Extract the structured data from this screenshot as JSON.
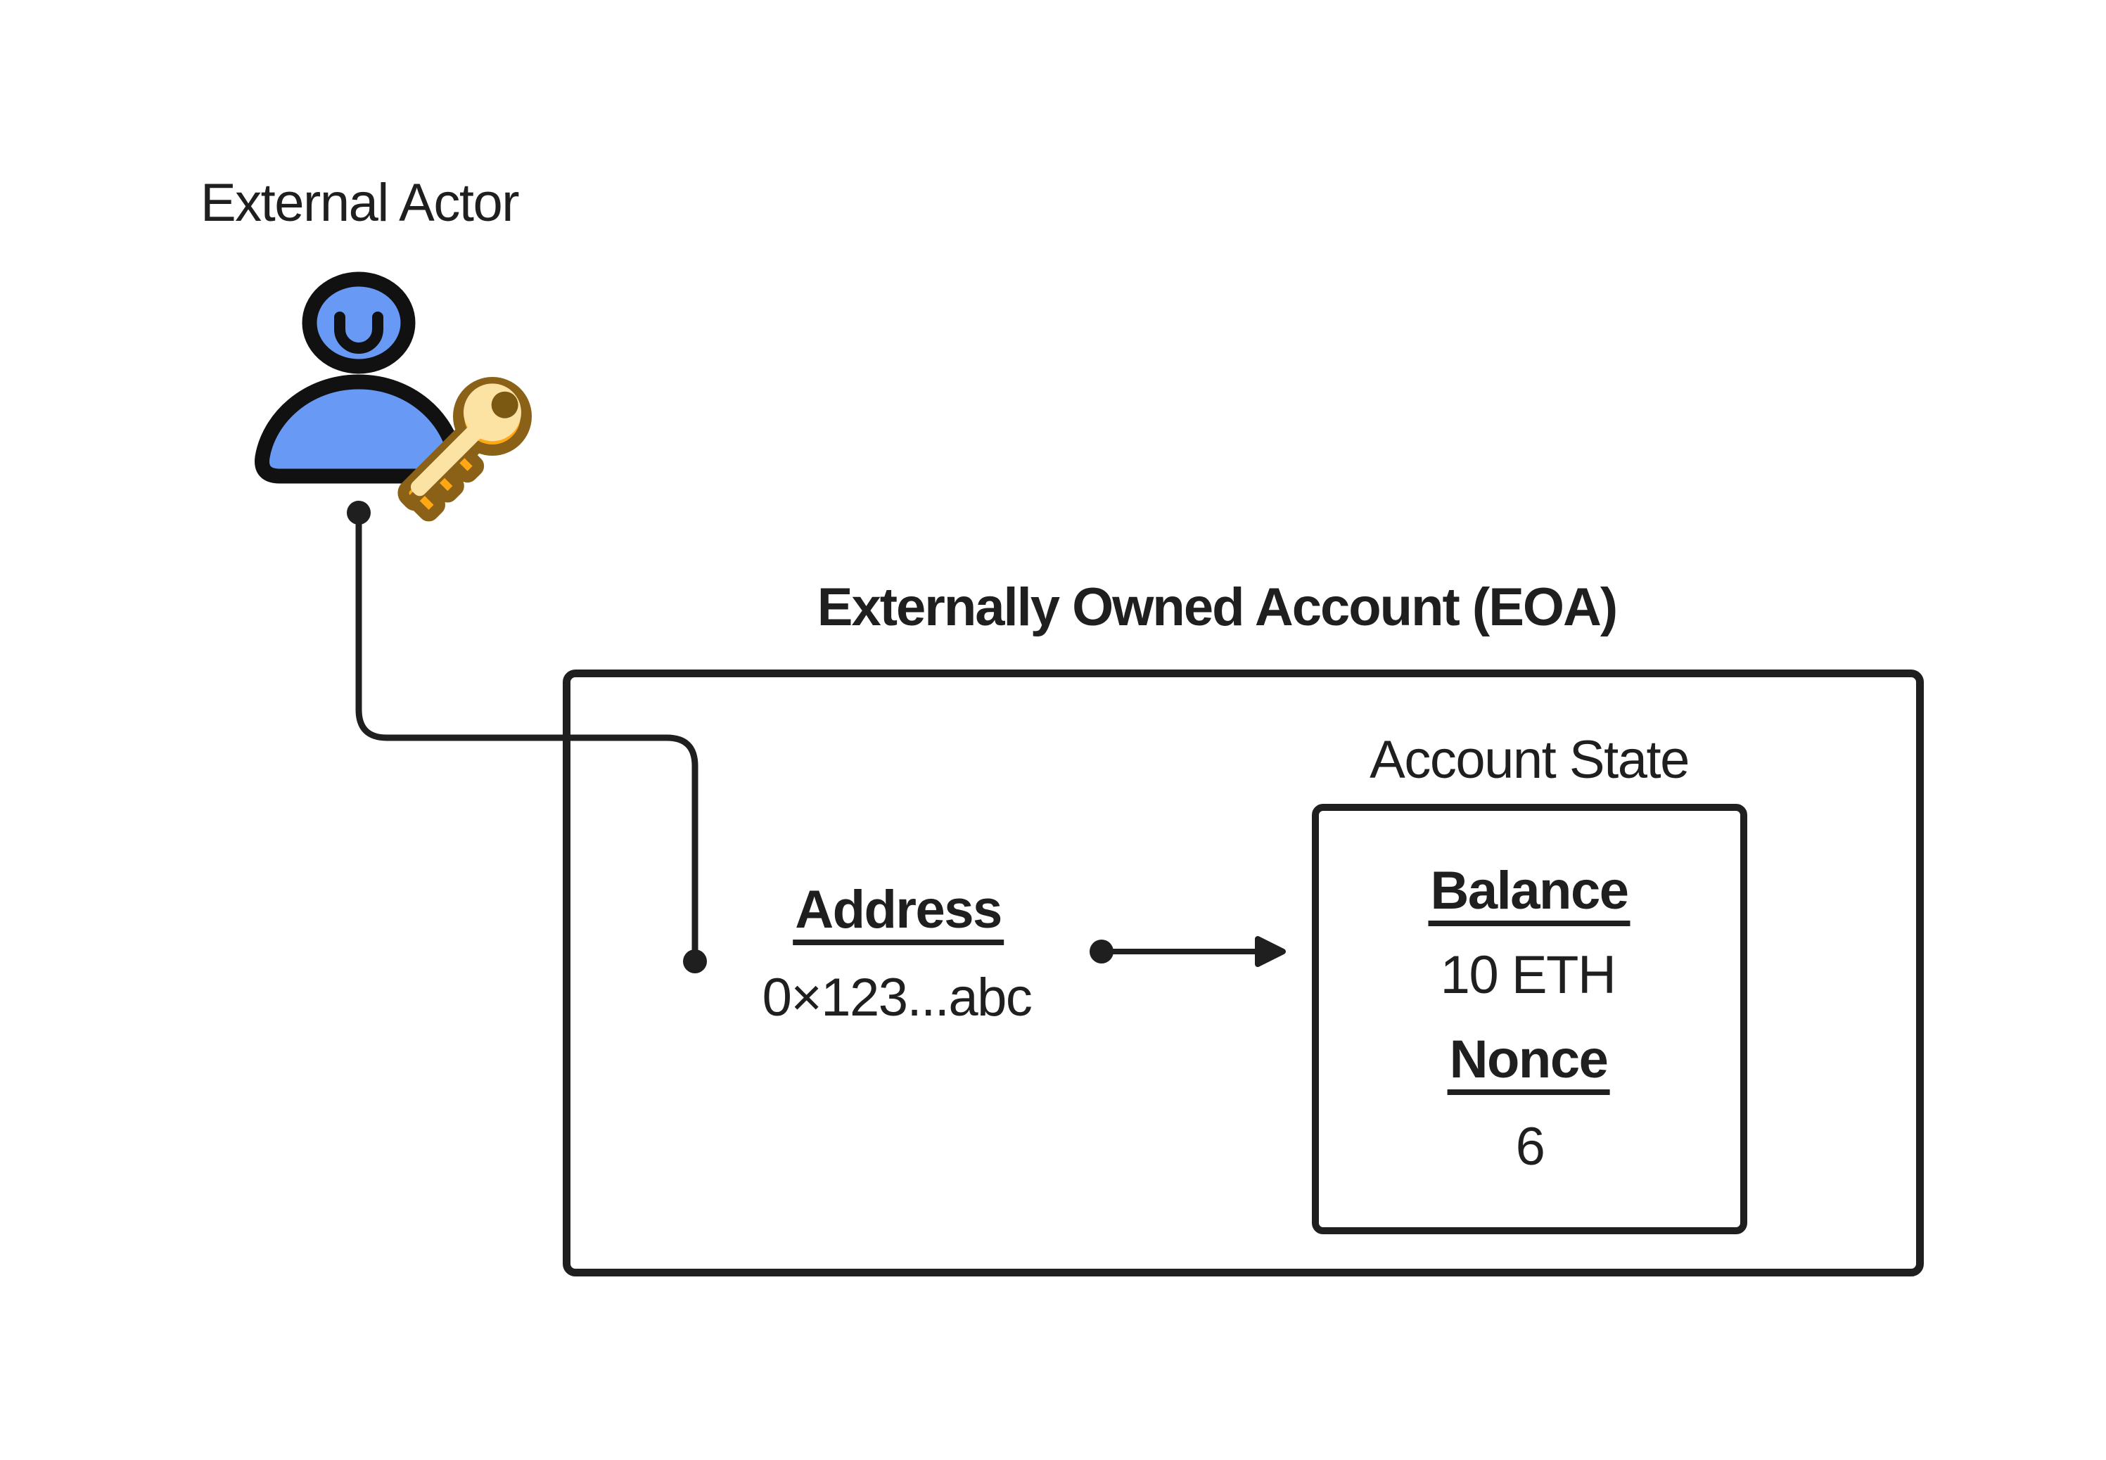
{
  "diagram": {
    "actor": {
      "label": "External Actor",
      "icons": [
        "person-icon",
        "key-icon"
      ]
    },
    "eoa": {
      "title": "Externally Owned Account (EOA)",
      "address_label": "Address",
      "address_value": "0×123...abc",
      "account_state": {
        "title": "Account State",
        "balance_label": "Balance",
        "balance_value": "10 ETH",
        "nonce_label": "Nonce",
        "nonce_value": "6"
      }
    },
    "connectors": [
      "actor-to-address-connector",
      "address-to-state-arrow"
    ],
    "colors": {
      "background": "#ffffff",
      "ink": "#1f1f1f",
      "person_blue": "#6899f5",
      "key_light": "#fce3a3",
      "key_orange": "#ffa813",
      "key_outline": "#8a6116",
      "key_hole": "#7b5913"
    }
  }
}
